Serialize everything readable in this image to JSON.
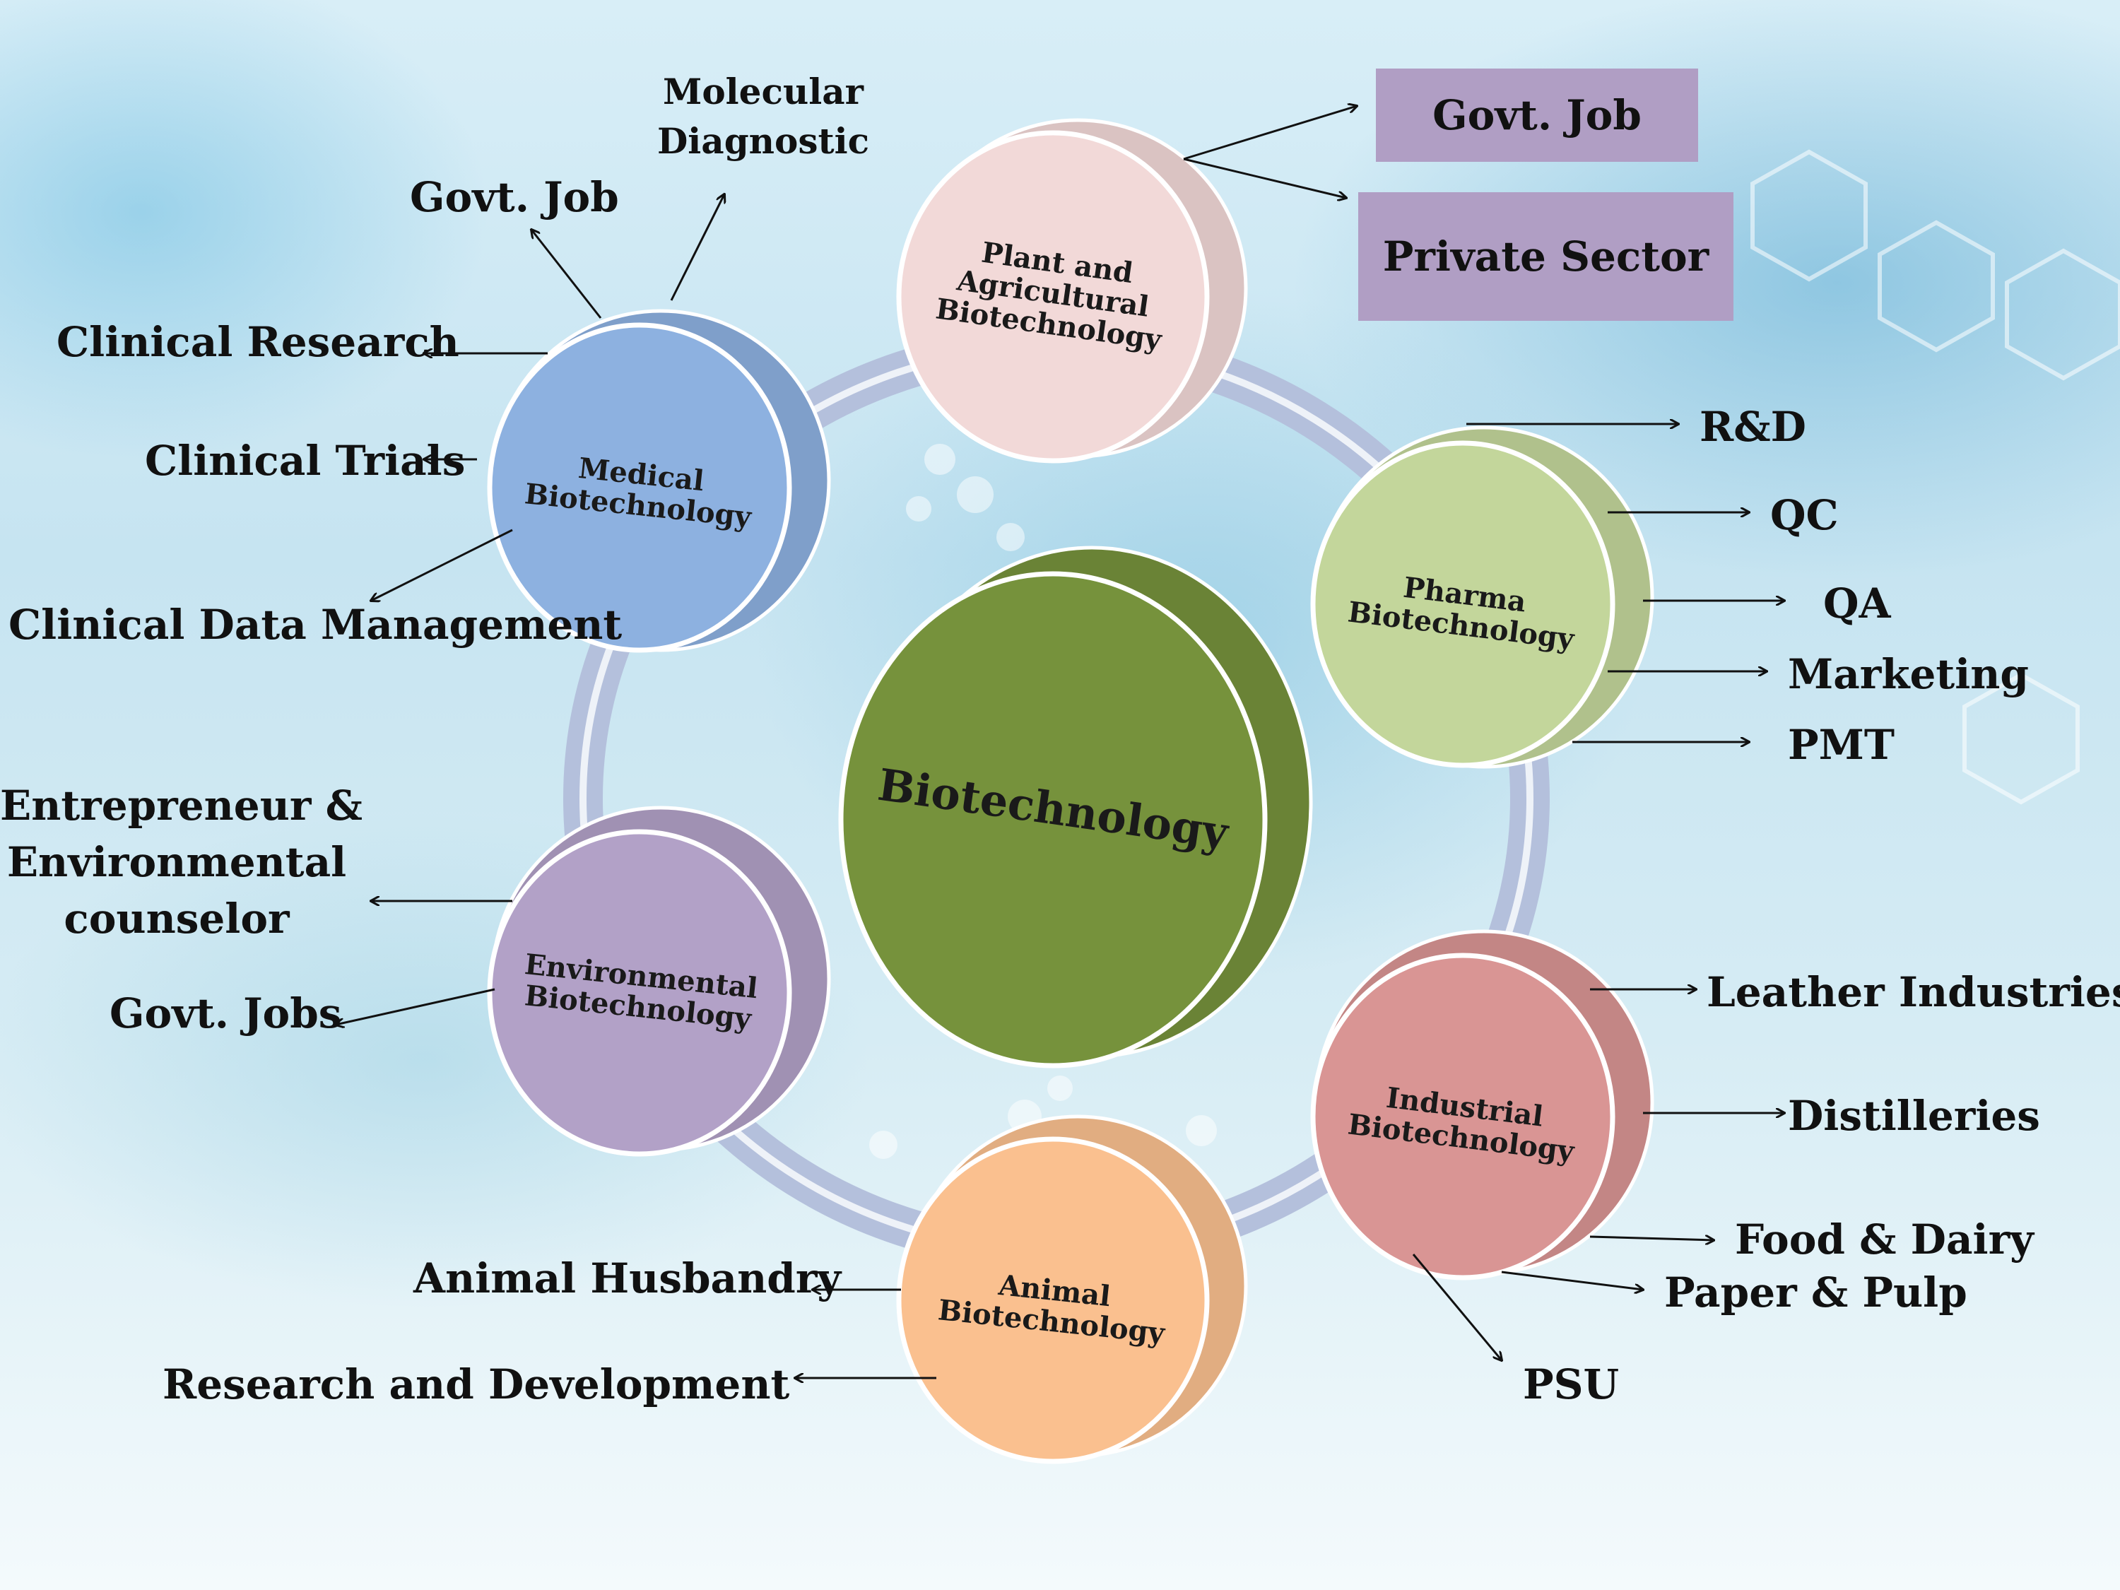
{
  "center": {
    "label": "Biotechnology",
    "color": "#76923c"
  },
  "ring_color": "#b4c0dc",
  "nodes": {
    "plant": {
      "label": [
        "Plant and",
        "Agricultural",
        "Biotechnology"
      ],
      "color": "#f2d9d8"
    },
    "medical": {
      "label": [
        "Medical",
        "Biotechnology"
      ],
      "color": "#8db1e0"
    },
    "pharma": {
      "label": [
        "Pharma",
        "Biotechnology"
      ],
      "color": "#c3d69b"
    },
    "environmental": {
      "label": [
        "Environmental",
        "Biotechnology"
      ],
      "color": "#b2a1c7"
    },
    "industrial": {
      "label": [
        "Industrial",
        "Biotechnology"
      ],
      "color": "#d99594"
    },
    "animal": {
      "label": [
        "Animal",
        "Biotechnology"
      ],
      "color": "#fac08f"
    }
  },
  "careers": {
    "plant": {
      "govt_job": "Govt. Job",
      "private_sector": "Private Sector"
    },
    "medical": {
      "molecular_diagnostic": [
        "Molecular",
        "Diagnostic"
      ],
      "govt_job": "Govt. Job",
      "clinical_research": "Clinical Research",
      "clinical_trials": "Clinical Trials",
      "clinical_data_management": "Clinical Data Management"
    },
    "pharma": {
      "rnd": "R&D",
      "qc": "QC",
      "qa": "QA",
      "marketing": "Marketing",
      "pmt": "PMT"
    },
    "environmental": {
      "entrepreneur": [
        "Entrepreneur &",
        "Environmental",
        "counselor"
      ],
      "govt_jobs": "Govt. Jobs"
    },
    "industrial": {
      "leather": "Leather Industries",
      "distilleries": "Distilleries",
      "food_dairy": "Food & Dairy",
      "paper_pulp": "Paper & Pulp",
      "psu": "PSU"
    },
    "animal": {
      "husbandry": "Animal Husbandry",
      "rnd": "Research and Development"
    }
  }
}
